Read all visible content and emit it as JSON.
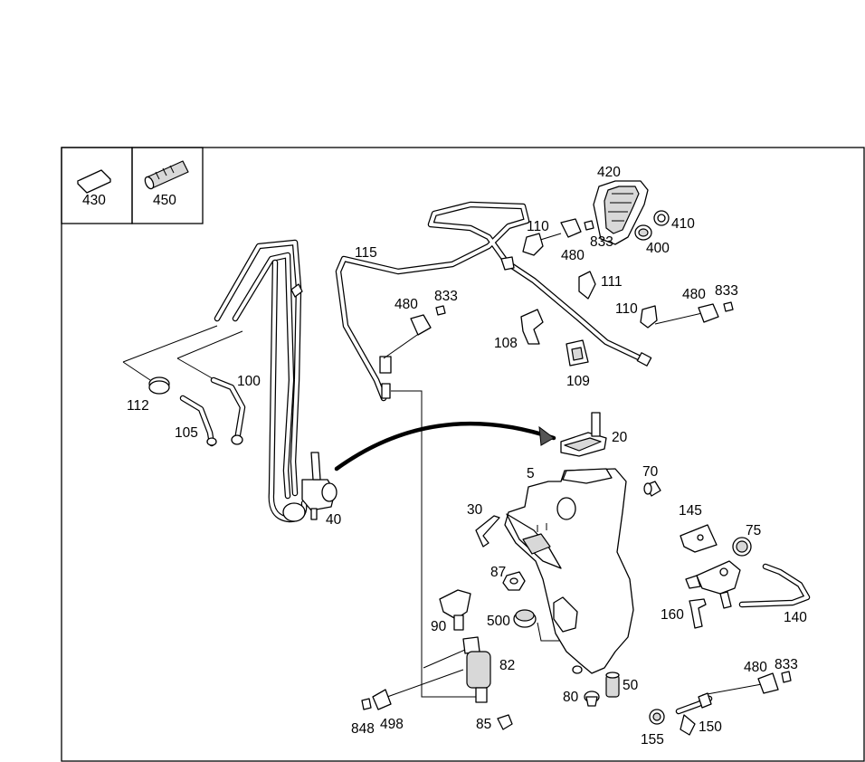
{
  "legend": [
    {
      "id": "430",
      "icon": "pad-icon"
    },
    {
      "id": "450",
      "icon": "sleeve-icon"
    }
  ],
  "callouts": {
    "c420": "420",
    "c110a": "110",
    "c410": "410",
    "c833a": "833",
    "c480a": "480",
    "c400": "400",
    "c115": "115",
    "c111": "111",
    "c480b": "480",
    "c833b": "833",
    "c110b": "110",
    "c480c": "480",
    "c833c": "833",
    "c108": "108",
    "c109": "109",
    "c100": "100",
    "c112": "112",
    "c105": "105",
    "c20": "20",
    "c40": "40",
    "c5": "5",
    "c70": "70",
    "c30": "30",
    "c145": "145",
    "c75": "75",
    "c87": "87",
    "c90": "90",
    "c500": "500",
    "c160": "160",
    "c140": "140",
    "c82": "82",
    "c480d": "480",
    "c833d": "833",
    "c50": "50",
    "c80": "80",
    "c848": "848",
    "c498": "498",
    "c85": "85",
    "c155": "155",
    "c150": "150"
  }
}
